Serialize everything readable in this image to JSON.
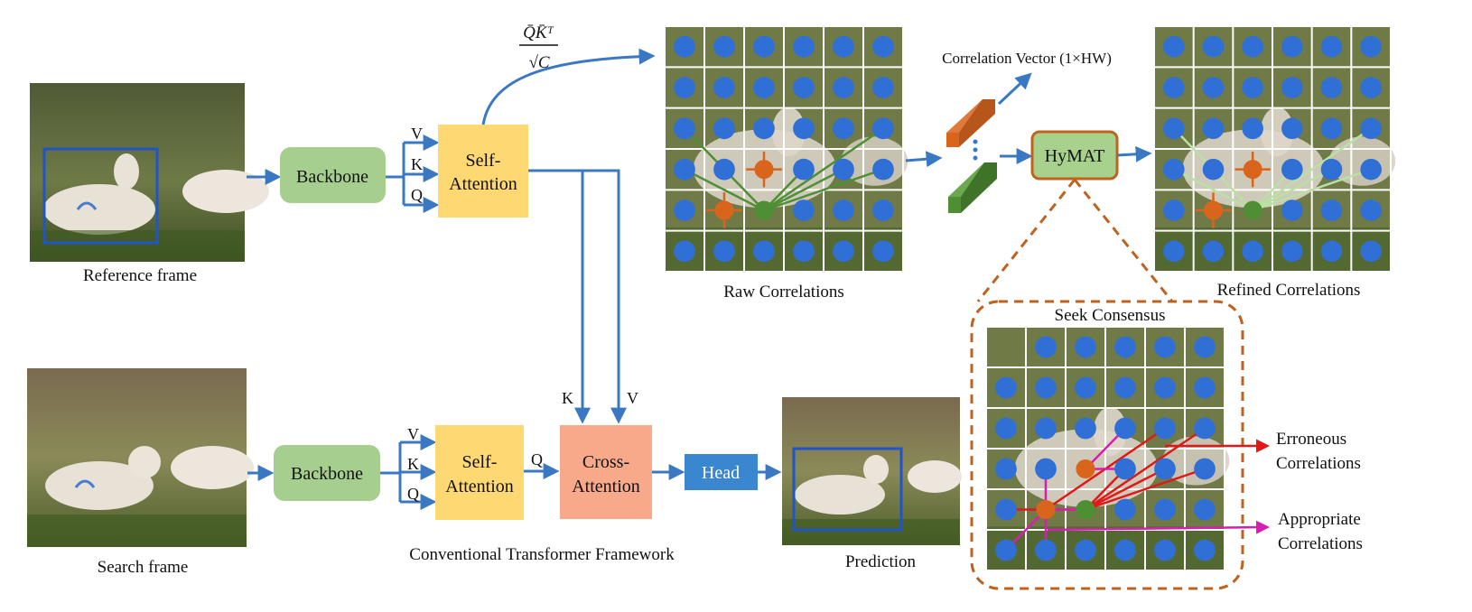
{
  "labels": {
    "reference_frame": "Reference frame",
    "search_frame": "Search  frame",
    "framework": "Conventional Transformer Framework",
    "prediction": "Prediction",
    "raw_correlations": "Raw Correlations",
    "refined_correlations": "Refined Correlations",
    "correlation_vector": "Correlation Vector (1×HW)",
    "seek_consensus": "Seek Consensus",
    "erroneous_line1": "Erroneous",
    "erroneous_line2": "Correlations",
    "appropriate_line1": "Appropriate",
    "appropriate_line2": "Correlations"
  },
  "blocks": {
    "backbone_top": "Backbone",
    "backbone_bottom": "Backbone",
    "self_attention_top": [
      "Self-",
      "Attention"
    ],
    "self_attention_bottom": [
      "Self-",
      "Attention"
    ],
    "cross_attention": [
      "Cross-",
      "Attention"
    ],
    "head": "Head",
    "hymat": "HyMAT"
  },
  "ports": {
    "v": "V",
    "k": "K",
    "q": "Q"
  },
  "formula": {
    "numerator": "Q̄K̄ᵀ",
    "denominator": "√C"
  },
  "colors": {
    "arrow": "#3a78c3",
    "backbone": "#a6cf8f",
    "attention": "#fdd873",
    "cross_attention": "#f7a98a",
    "head": "#3a86cf",
    "hymat_fill": "#a8d18d",
    "hymat_border": "#c0621f",
    "dot": "#2f6fd6",
    "orange": "#d9641c",
    "green": "#4f8f34",
    "red": "#e01818",
    "magenta": "#d61fb0",
    "dashed": "#c0621f"
  }
}
